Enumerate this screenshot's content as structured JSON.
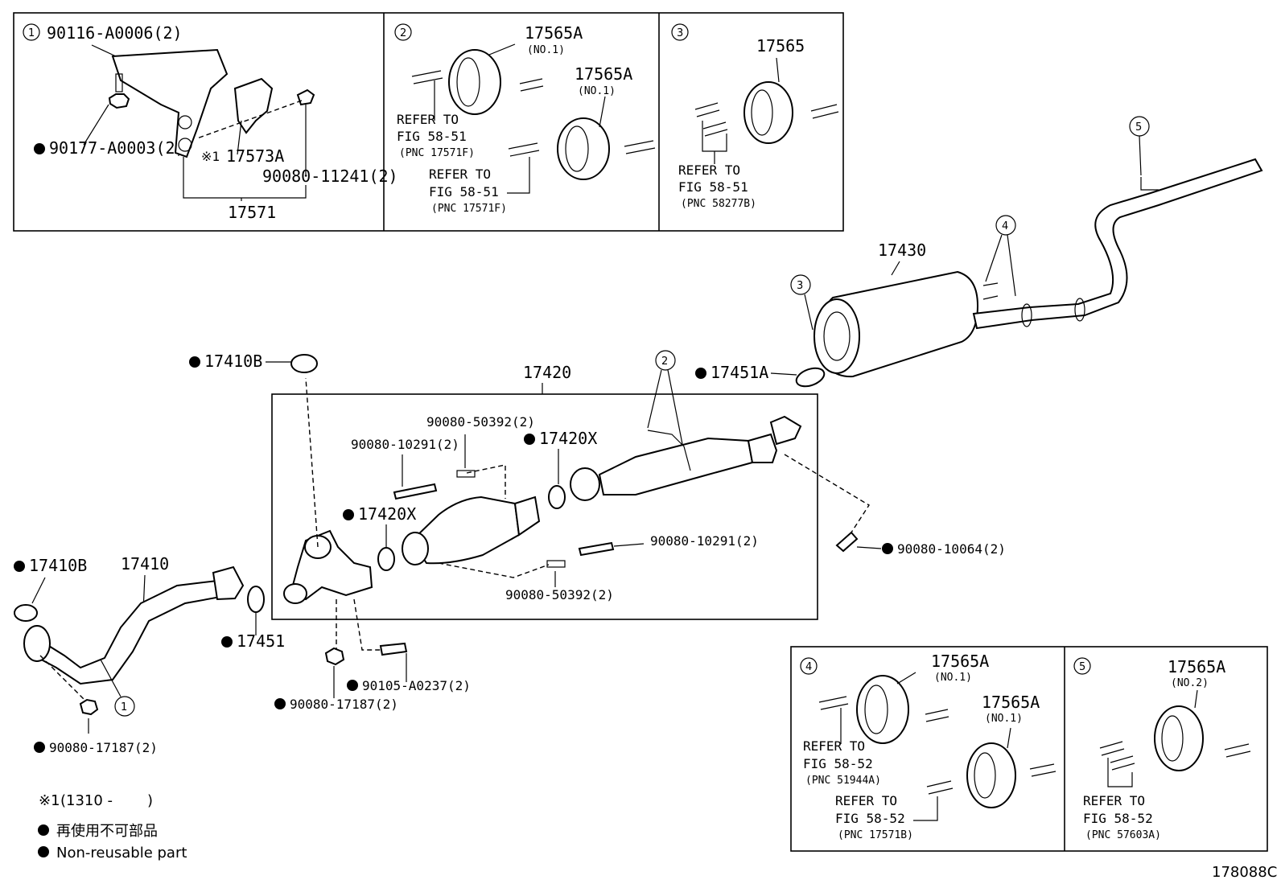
{
  "inset1": {
    "number": "1",
    "part_top": "90116-A0006(2)",
    "part_nut": "90177-A0003(2)",
    "part_mark": "※1",
    "part_bracket": "17573A",
    "part_bolt": "90080-11241(2)",
    "part_assy": "17571"
  },
  "inset2": {
    "number": "2",
    "part_a": "17565A",
    "part_a_sub": "(NO.1)",
    "part_b": "17565A",
    "part_b_sub": "(NO.1)",
    "refer1_line1": "REFER TO",
    "refer1_line2": "FIG 58-51",
    "refer1_pnc": "(PNC 17571F)",
    "refer2_line1": "REFER TO",
    "refer2_line2": "FIG 58-51",
    "refer2_pnc": "(PNC 17571F)"
  },
  "inset3": {
    "number": "3",
    "part": "17565",
    "refer_line1": "REFER TO",
    "refer_line2": "FIG 58-51",
    "refer_pnc": "(PNC 58277B)"
  },
  "inset4": {
    "number": "4",
    "part_a": "17565A",
    "part_a_sub": "(NO.1)",
    "part_b": "17565A",
    "part_b_sub": "(NO.1)",
    "refer1_line1": "REFER TO",
    "refer1_line2": "FIG 58-52",
    "refer1_pnc": "(PNC 51944A)",
    "refer2_line1": "REFER TO",
    "refer2_line2": "FIG 58-52",
    "refer2_pnc": "(PNC 17571B)"
  },
  "inset5": {
    "number": "5",
    "part": "17565A",
    "part_sub": "(NO.2)",
    "refer_line1": "REFER TO",
    "refer_line2": "FIG 58-52",
    "refer_pnc": "(PNC 57603A)"
  },
  "main": {
    "p17430": "17430",
    "p17420": "17420",
    "p17451A": "17451A",
    "p17410B_top": "17410B",
    "p17410B_left": "17410B",
    "p17410": "17410",
    "p17451": "17451",
    "p17420X_a": "17420X",
    "p17420X_b": "17420X",
    "p90080_50392_a": "90080-50392(2)",
    "p90080_10291_a": "90080-10291(2)",
    "p90080_10291_b": "90080-10291(2)",
    "p90080_50392_b": "90080-50392(2)",
    "p90080_10064": "90080-10064(2)",
    "p90105_A0237": "90105-A0237(2)",
    "p90080_17187_a": "90080-17187(2)",
    "p90080_17187_b": "90080-17187(2)",
    "callout_1": "1",
    "callout_2": "2",
    "callout_3": "3",
    "callout_4": "4",
    "callout_5": "5"
  },
  "legend": {
    "note_mark": "※1",
    "note_text": "(1310 -",
    "note_close": ")",
    "non_reusable_jp": "再使用不可部品",
    "non_reusable_en": "Non-reusable part"
  },
  "figure_id": "178088C"
}
